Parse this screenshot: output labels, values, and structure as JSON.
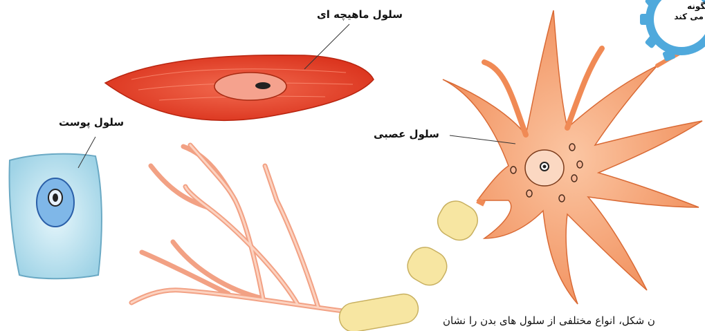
{
  "labels": {
    "muscle_cell": "سلول ماهیچه ای",
    "skin_cell": "سلول پوست",
    "nerve_cell": "سلول عصبی"
  },
  "caption": "ن شکل، انواع مختلفی از سلول های بدن را نشان",
  "badge": {
    "line1": "چگونه",
    "line2": "ر می کند"
  },
  "colors": {
    "muscle": "#e8412a",
    "skin": "#bfe3ef",
    "nerve": "#f39a6a",
    "myelin": "#f7e6a2",
    "badge": "#4fa9dc"
  }
}
